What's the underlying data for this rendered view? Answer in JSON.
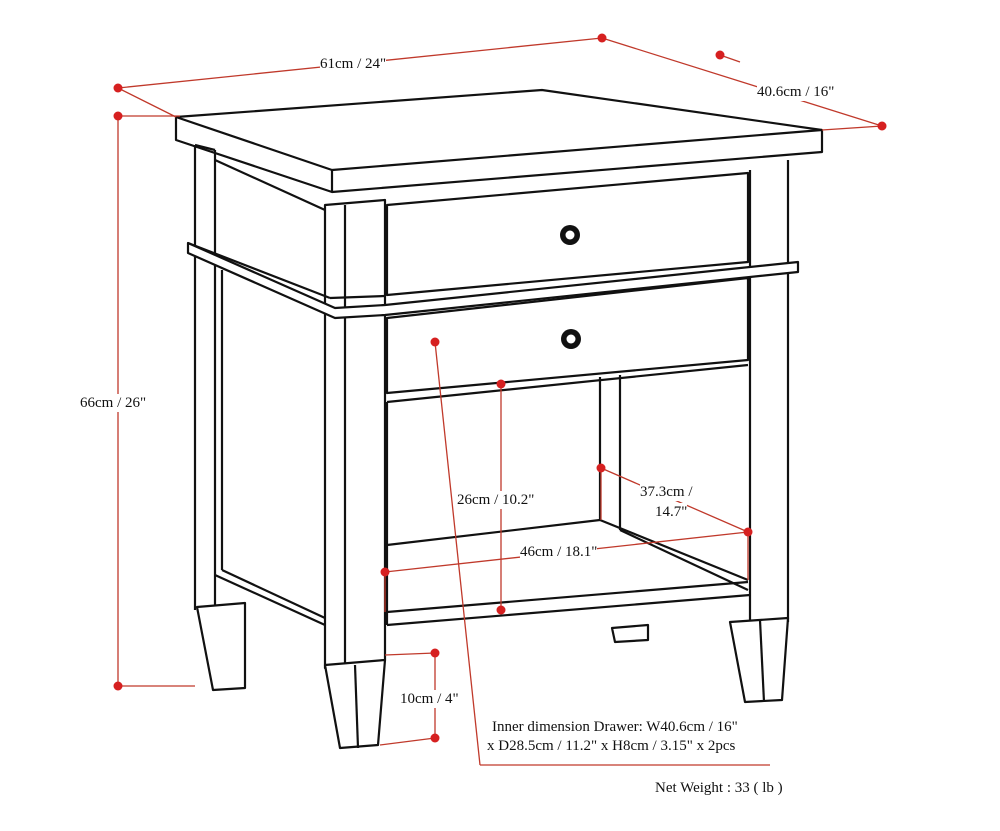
{
  "diagram": {
    "subject": "Nightstand / end table with two drawers and open bottom shelf",
    "colors": {
      "outline": "#111111",
      "dimension_line": "#c0392b",
      "dimension_dot": "#d62020",
      "background": "#ffffff"
    },
    "dimensions": {
      "width": "61cm / 24\"",
      "depth": "40.6cm / 16\"",
      "height": "66cm / 26\"",
      "shelf_opening_height": "26cm / 10.2\"",
      "shelf_depth_line1": "37.3cm /",
      "shelf_depth_line2": "14.7\"",
      "shelf_width": "46cm / 18.1\"",
      "leg_height": "10cm / 4\""
    },
    "notes": {
      "drawer_line1": "Inner dimension Drawer: W40.6cm / 16\"",
      "drawer_line2": "x D28.5cm / 11.2\" x H8cm / 3.15\" x 2pcs",
      "net_weight": "Net Weight : 33 ( lb )"
    }
  }
}
